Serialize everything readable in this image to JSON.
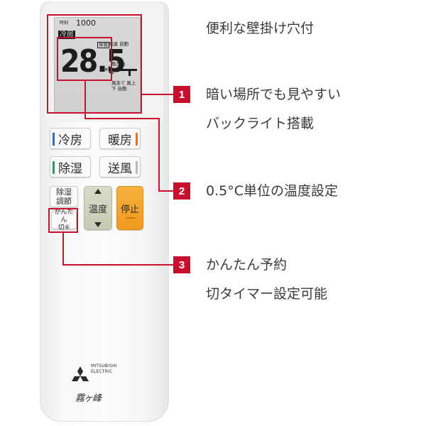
{
  "remote": {
    "lcd": {
      "timer_label": "時刻",
      "time": "1000",
      "mode": "冷房",
      "body_label": "体感",
      "fan_label": "風速 自動",
      "temperature": "28.5",
      "unit": "°C",
      "lr_label": "風左右",
      "ud_label": "風あて 風上下 自動"
    },
    "mode_buttons": [
      {
        "label": "冷房",
        "stripe_color": "#2f6db5"
      },
      {
        "label": "暖房",
        "stripe_color": "#e2702a"
      },
      {
        "label": "除湿",
        "stripe_color": "#2e9a5a"
      },
      {
        "label": "送風",
        "stripe_color": "#b9b9b9"
      }
    ],
    "humidity_button": {
      "line1": "除湿",
      "line2": "調節"
    },
    "timer_button": {
      "line1": "かんたん",
      "line2": "切④"
    },
    "temp_button": {
      "label": "温度"
    },
    "stop_button": {
      "label": "停止"
    },
    "brand": {
      "line1": "MITSUBISHI",
      "line2": "ELECTRIC",
      "product": "霧ヶ峰"
    }
  },
  "features": [
    {
      "number": "1",
      "lines": [
        "暗い場所でも見やすい",
        "バックライト搭載"
      ]
    },
    {
      "number": "2",
      "lines": [
        "0.5°C単位の温度設定"
      ]
    },
    {
      "number": "3",
      "lines": [
        "かんたん予約",
        "切タイマー設定可能"
      ]
    }
  ],
  "top_caption": "便利な壁掛け穴付",
  "accent_color": "#c8102e"
}
